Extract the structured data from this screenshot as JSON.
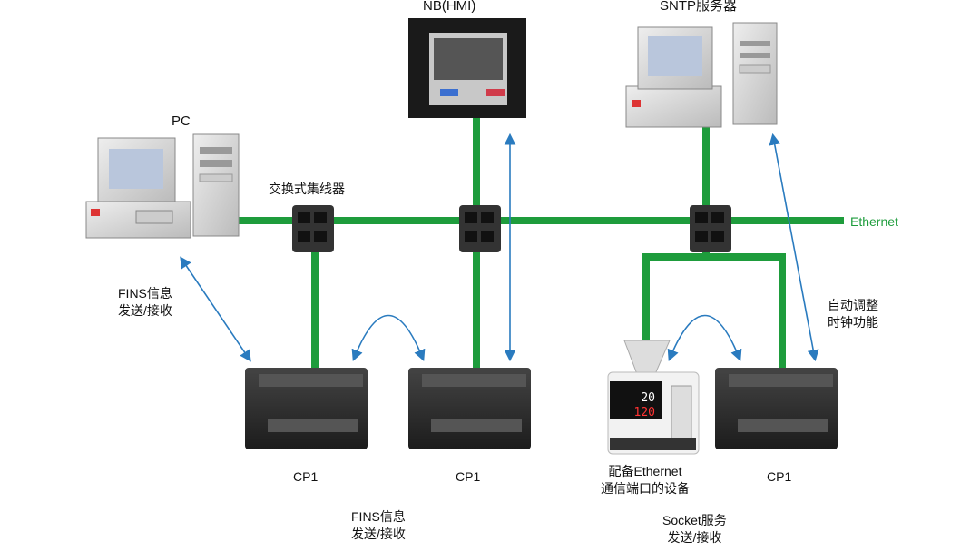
{
  "labels": {
    "hmi": "NB(HMI)",
    "sntp": "SNTP服务器",
    "pc": "PC",
    "switch": "交换式集线器",
    "ethernet": "Ethernet",
    "fins_left_1": "FINS信息",
    "fins_left_2": "发送/接收",
    "auto_clock_1": "自动调整",
    "auto_clock_2": "时钟功能",
    "cp1_a": "CP1",
    "cp1_b": "CP1",
    "cp1_c": "CP1",
    "device_1": "配备Ethernet",
    "device_2": "通信端口的设备",
    "fins_bottom_1": "FINS信息",
    "fins_bottom_2": "发送/接收",
    "socket_1": "Socket服务",
    "socket_2": "发送/接收",
    "device_display_top": "20",
    "device_display_bottom": "120"
  },
  "colors": {
    "ethernet": "#1e9c3c",
    "arrow": "#2a7bbf",
    "plc": "#2b2b2b"
  }
}
